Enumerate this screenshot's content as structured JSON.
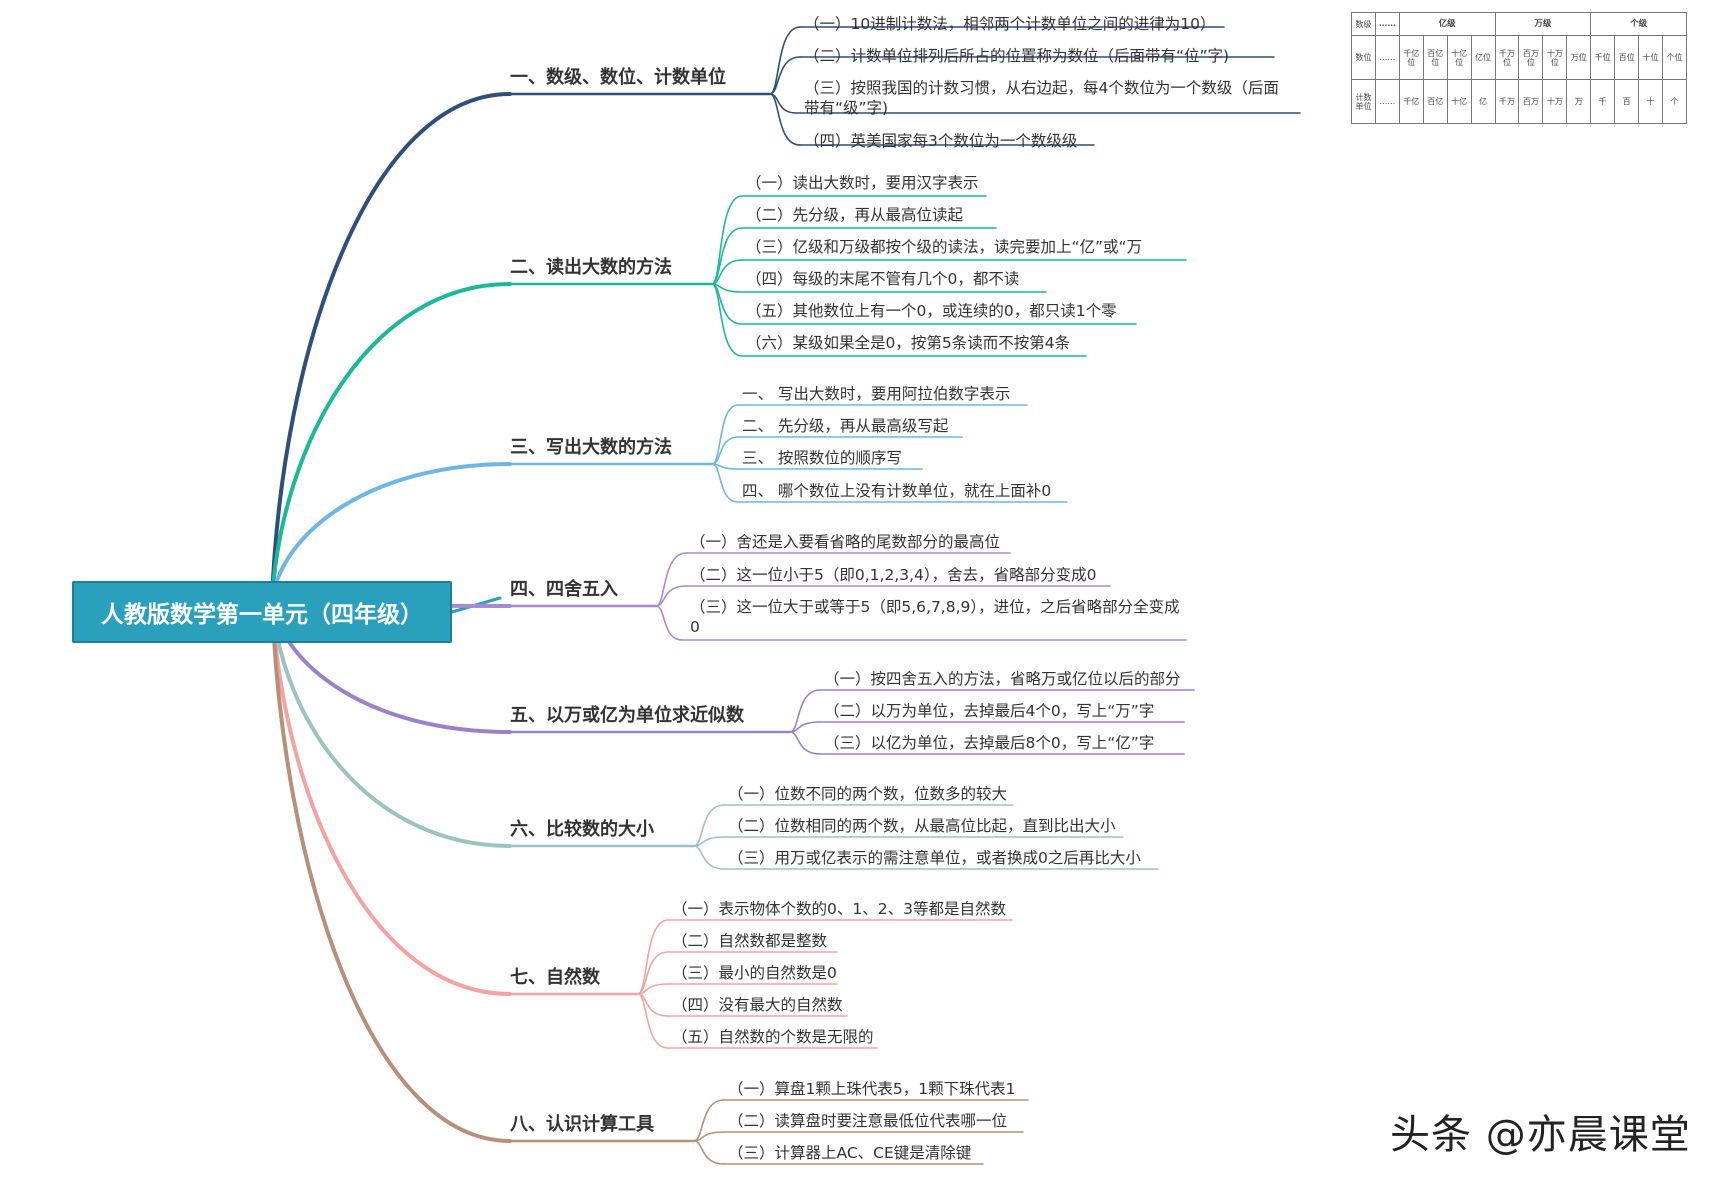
{
  "root": {
    "title": "人教版数学第一单元（四年级）"
  },
  "colors": {
    "root_fill": "#2ba0bd",
    "branch_colors": [
      "#2f4f7a",
      "#1cb89a",
      "#6eb6e6",
      "#a68bd1",
      "#9b81c9",
      "#9dc4bc",
      "#f4a3a3",
      "#b89079"
    ]
  },
  "branches": [
    {
      "title": "一、数级、数位、计数单位",
      "items": [
        "（一）10进制计数法，相邻两个计数单位之间的进律为10）",
        "（二）计数单位排列后所占的位置称为数位（后面带有“位”字)",
        "（三）按照我国的计数习惯，从右边起，每4个数位为一个数级（后面带有“级”字)",
        "（四）英美国家每3个数位为一个数级级"
      ]
    },
    {
      "title": "二、读出大数的方法",
      "items": [
        "（一）读出大数时，要用汉字表示",
        "（二）先分级，再从最高位读起",
        "（三）亿级和万级都按个级的读法，读完要加上“亿”或“万",
        "（四）每级的末尾不管有几个0，都不读",
        "（五）其他数位上有一个0，或连续的0，都只读1个零",
        "（六）某级如果全是0，按第5条读而不按第4条"
      ]
    },
    {
      "title": "三、写出大数的方法",
      "items": [
        "一、 写出大数时，要用阿拉伯数字表示",
        "二、 先分级，再从最高级写起",
        "三、 按照数位的顺序写",
        "四、 哪个数位上没有计数单位，就在上面补0"
      ]
    },
    {
      "title": "四、四舍五入",
      "items": [
        "（一）舍还是入要看省略的尾数部分的最高位",
        "（二）这一位小于5（即0,1,2,3,4），舍去，省略部分变成0",
        "（三）这一位大于或等于5（即5,6,7,8,9），进位，之后省略部分全变成0"
      ]
    },
    {
      "title": "五、以万或亿为单位求近似数",
      "items": [
        "（一）按四舍五入的方法，省略万或亿位以后的部分",
        "（二）以万为单位，去掉最后4个0，写上“万”字",
        "（三）以亿为单位，去掉最后8个0，写上“亿”字"
      ]
    },
    {
      "title": "六、比较数的大小",
      "items": [
        "（一）位数不同的两个数，位数多的较大",
        "（二）位数相同的两个数，从最高位比起，直到比出大小",
        "（三）用万或亿表示的需注意单位，或者换成0之后再比大小"
      ]
    },
    {
      "title": "七、自然数",
      "items": [
        "（一）表示物体个数的0、1、2、3等都是自然数",
        "（二）自然数都是整数",
        "（三）最小的自然数是0",
        "（四）没有最大的自然数",
        "（五）自然数的个数是无限的"
      ]
    },
    {
      "title": "八、认识计算工具",
      "items": [
        "（一）算盘1颗上珠代表5，1颗下珠代表1",
        "（二）读算盘时要注意最低位代表哪一位",
        "（三）计算器上AC、CE键是清除键"
      ]
    }
  ],
  "place_value_table": {
    "row_labels": [
      "数级",
      "数位",
      "计数单位"
    ],
    "ellipsis": "……",
    "level_headers": [
      "亿级",
      "万级",
      "个级"
    ],
    "digits": [
      "千亿位",
      "百亿位",
      "十亿位",
      "亿位",
      "千万位",
      "百万位",
      "十万位",
      "万位",
      "千位",
      "百位",
      "十位",
      "个位"
    ],
    "units": [
      "千亿",
      "百亿",
      "十亿",
      "亿",
      "千万",
      "百万",
      "十万",
      "万",
      "千",
      "百",
      "十",
      "个"
    ]
  },
  "watermark": "头条 @亦晨课堂"
}
